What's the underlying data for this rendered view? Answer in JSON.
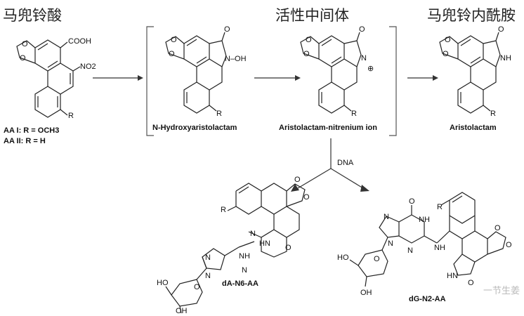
{
  "headings": {
    "aa": "马兜铃酸",
    "intermediate": "活性中间体",
    "lactam": "马兜铃内酰胺"
  },
  "labels": {
    "aa1": "AA I:  R = OCH3",
    "aa2": "AA II:  R = H",
    "hydroxy": "N-Hydroxyaristolactam",
    "nitrenium": "Aristolactam-nitrenium ion",
    "lactam": "Aristolactam",
    "dna": "DNA",
    "da_adduct": "dA-N6-AA",
    "dg_adduct": "dG-N2-AA"
  },
  "atoms": {
    "cooh": "COOH",
    "no2": "NO2",
    "r": "R",
    "o": "O",
    "n_oh": "N–OH",
    "n": "N",
    "nh": "NH",
    "hn": "HN",
    "ho": "HO",
    "oh": "OH",
    "plus": "⊕"
  },
  "watermark": "一节生姜"
}
